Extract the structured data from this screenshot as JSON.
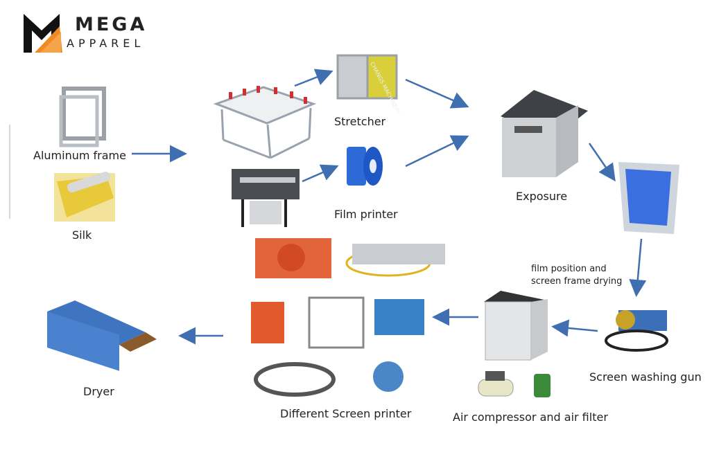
{
  "logo": {
    "line1": "MEGA",
    "line2": "APPAREL"
  },
  "steps": {
    "aluminum_frame": "Aluminum frame",
    "silk": "Silk",
    "stretcher": "Stretcher",
    "film_printer": "Film printer",
    "exposure": "Exposure",
    "drying_note_1": "film position and",
    "drying_note_2": "screen frame drying",
    "screen_washing_gun": "Screen washing gun",
    "air_compressor": "Air compressor and air filter",
    "different_screen_printer": "Different Screen printer",
    "dryer": "Dryer"
  },
  "colors": {
    "arrow": "#3f6fb0",
    "logo_orange": "#f08a24",
    "logo_dark": "#111111",
    "emulsion_blue": "#3b6fe0"
  },
  "watermark": "CHANGS MACHINERY"
}
